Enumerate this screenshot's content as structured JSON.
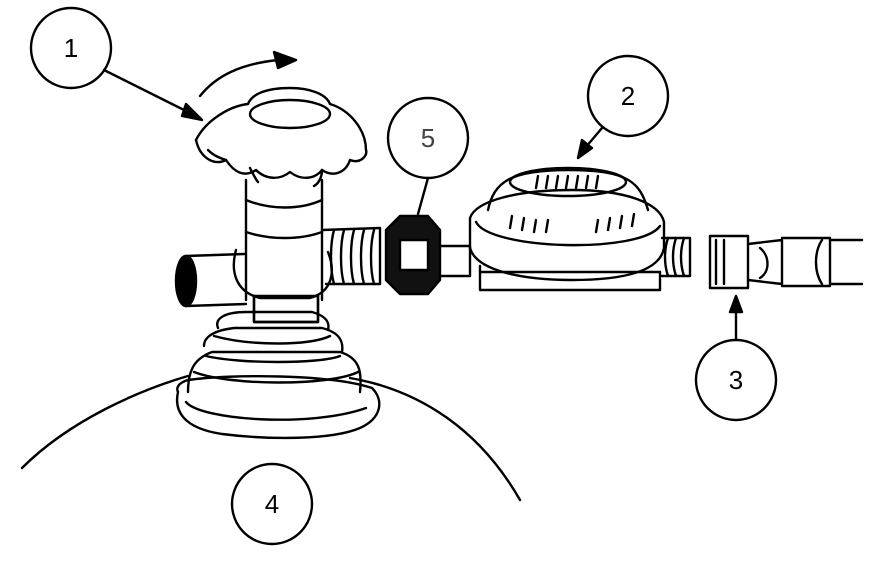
{
  "callouts": [
    {
      "id": "c1",
      "label": "1"
    },
    {
      "id": "c2",
      "label": "2"
    },
    {
      "id": "c3",
      "label": "3"
    },
    {
      "id": "c4",
      "label": "4"
    },
    {
      "id": "c5",
      "label": "5"
    }
  ],
  "colors": {
    "line": "#000000",
    "background": "#ffffff",
    "callout_five_text": "#444444"
  }
}
